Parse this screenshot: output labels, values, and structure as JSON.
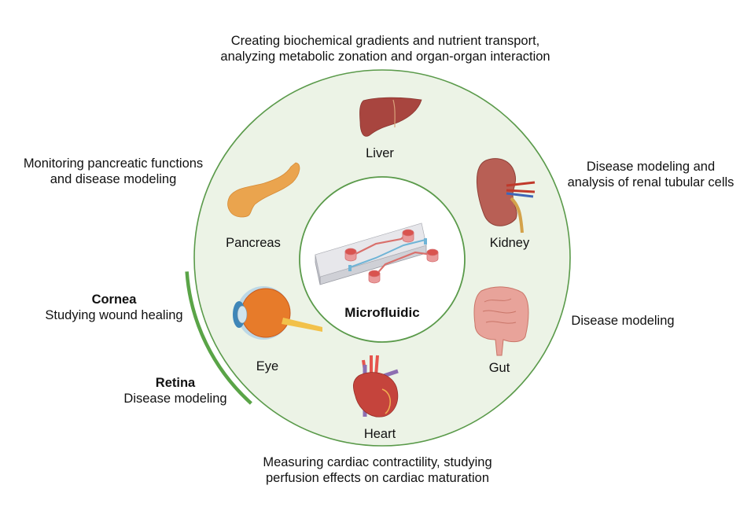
{
  "colors": {
    "ring_fill": "#ecf3e6",
    "ring_stroke": "#5a9a4a",
    "highlight_arc": "#5aa447",
    "center_fill": "#ffffff"
  },
  "center": {
    "label": "Microfluidic",
    "icon": "microfluidic-chip-icon"
  },
  "organs": [
    {
      "id": "liver",
      "label": "Liver",
      "icon": "liver-icon"
    },
    {
      "id": "kidney",
      "label": "Kidney",
      "icon": "kidney-icon"
    },
    {
      "id": "gut",
      "label": "Gut",
      "icon": "gut-icon"
    },
    {
      "id": "heart",
      "label": "Heart",
      "icon": "heart-icon"
    },
    {
      "id": "eye",
      "label": "Eye",
      "icon": "eye-icon"
    },
    {
      "id": "pancreas",
      "label": "Pancreas",
      "icon": "pancreas-icon"
    }
  ],
  "applications": {
    "liver": [
      "Creating biochemical gradients and nutrient transport,",
      "analyzing metabolic zonation and organ-organ interaction"
    ],
    "kidney": [
      "Disease modeling and",
      "analysis of renal tubular cells"
    ],
    "gut": [
      "Disease modeling"
    ],
    "heart": [
      "Measuring cardiac contractility, studying",
      "perfusion effects on cardiac maturation"
    ],
    "pancreas": [
      "Monitoring pancreatic functions",
      "and disease modeling"
    ],
    "cornea": {
      "title": "Cornea",
      "text": "Studying wound healing"
    },
    "retina": {
      "title": "Retina",
      "text": "Disease modeling"
    }
  }
}
